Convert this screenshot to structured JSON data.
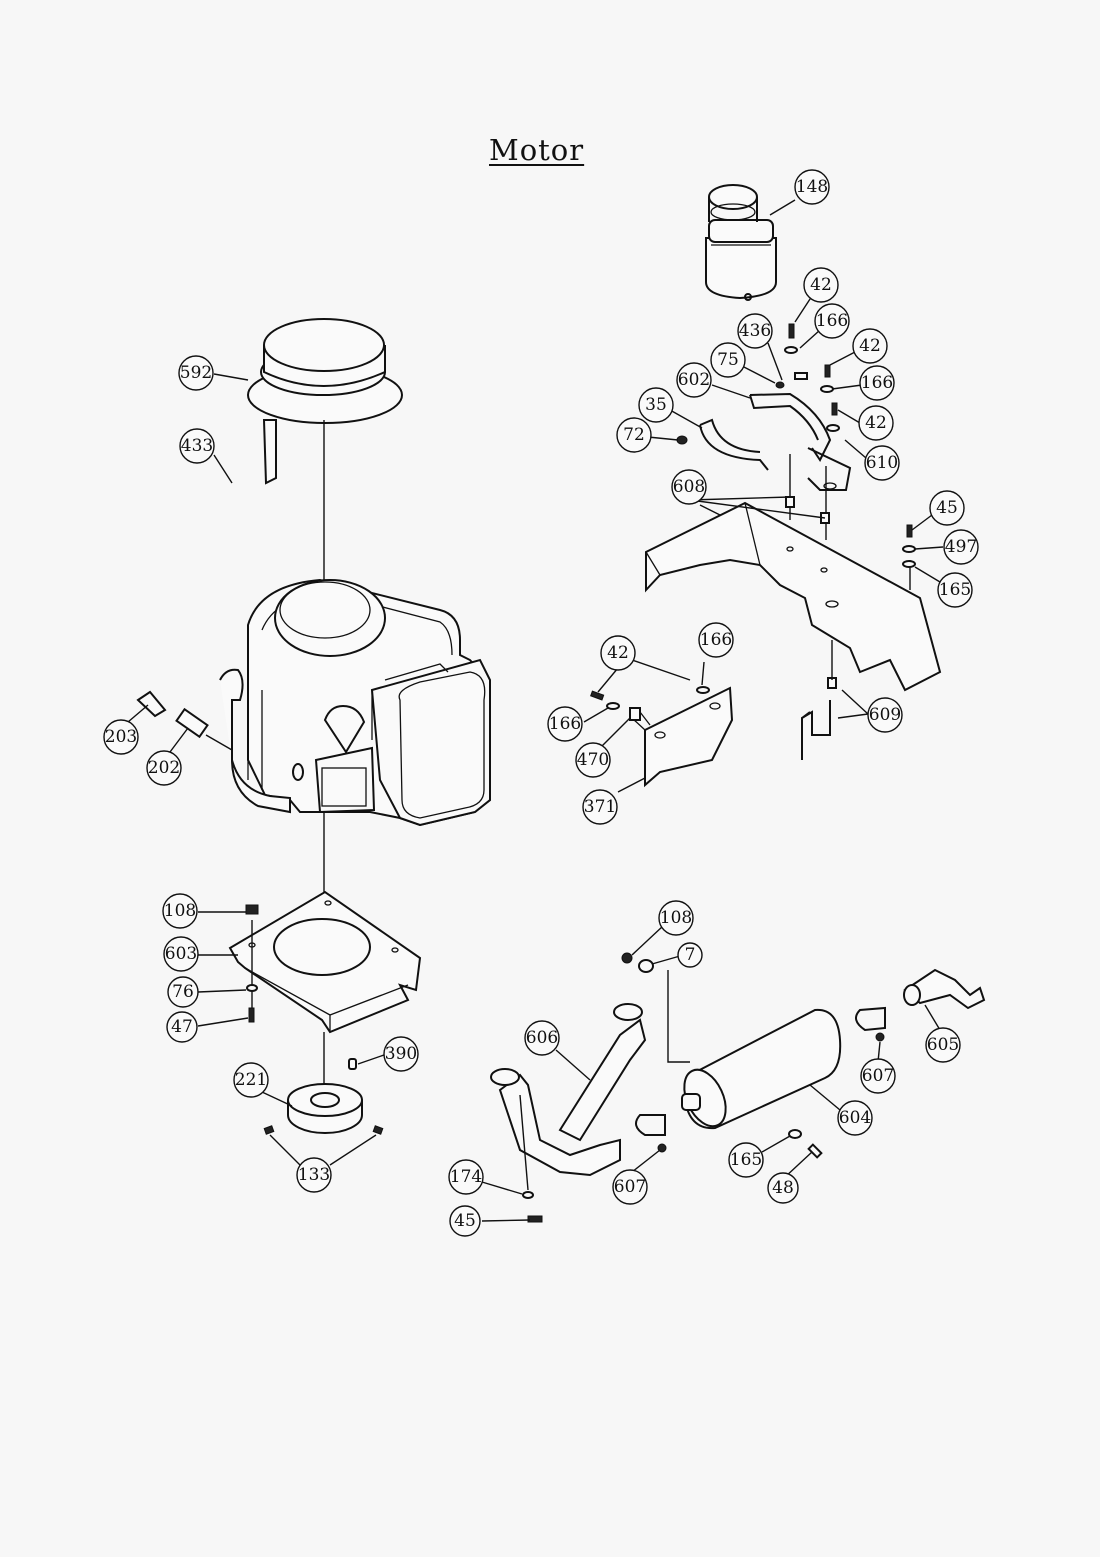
{
  "title": "Motor",
  "callouts": [
    "148",
    "42",
    "436",
    "166",
    "75",
    "42",
    "602",
    "166",
    "35",
    "42",
    "72",
    "610",
    "608",
    "45",
    "497",
    "165",
    "166",
    "42",
    "609",
    "166",
    "470",
    "371",
    "592",
    "433",
    "203",
    "202",
    "108",
    "7",
    "108",
    "603",
    "76",
    "47",
    "390",
    "221",
    "133",
    "606",
    "607",
    "605",
    "604",
    "607",
    "165",
    "48",
    "174",
    "45"
  ]
}
